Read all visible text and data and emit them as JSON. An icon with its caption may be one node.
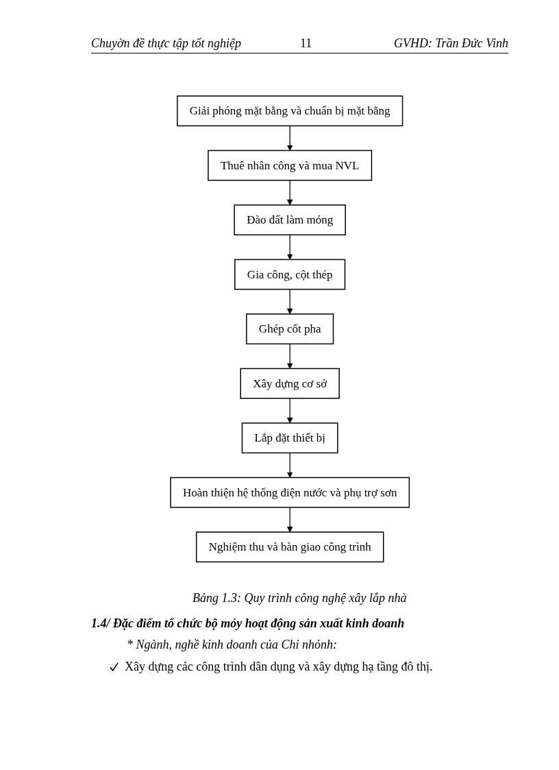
{
  "diagram": {
    "caption": "Bảng 1.3: Quy trình công nghệ xây lắp nhà",
    "nodes": [
      {
        "text": [
          "Giải phóng mặt bằng và chuẩn bị mặt bằng"
        ]
      },
      {
        "text": [
          "Thuê nhân công và mua NVL"
        ]
      },
      {
        "text": [
          "Đào đất làm móng"
        ]
      },
      {
        "text": [
          "Gia công, cột thép"
        ]
      },
      {
        "text": [
          "Ghép cốt pha"
        ]
      },
      {
        "text": [
          "Xây dựng cơ sở"
        ]
      },
      {
        "text": [
          "Lắp đặt thiết bị"
        ]
      },
      {
        "text": [
          "Hoàn thiện hệ thống điện nước và phụ trợ sơn"
        ]
      },
      {
        "text": [
          "Nghiệm thu và bàn giao công trình"
        ]
      }
    ],
    "edges": [
      {
        "from": 0,
        "to": 1,
        "arrow": "to"
      },
      {
        "from": 1,
        "to": 2,
        "arrow": "to"
      },
      {
        "from": 2,
        "to": 3,
        "arrow": "to"
      },
      {
        "from": 3,
        "to": 4,
        "arrow": "to"
      },
      {
        "from": 4,
        "to": 5,
        "arrow": "to"
      },
      {
        "from": 5,
        "to": 6,
        "arrow": "to"
      },
      {
        "from": 6,
        "to": 7,
        "arrow": "to"
      },
      {
        "from": 7,
        "to": 8,
        "arrow": "to"
      }
    ],
    "labels": [
      "Chuyờn đề thực tập tốt nghiệp",
      "11",
      "GVHD: Trần Đức Vinh",
      "1.4/ Đặc điểm tổ chức bộ mỏy hoạt động sản xuất kinh doanh",
      "* Ngành, nghề kinh doanh của Chi nhỏnh:",
      "Xây dựng các công trình dân dụng và xây dựng hạ tầng đô thị."
    ]
  }
}
